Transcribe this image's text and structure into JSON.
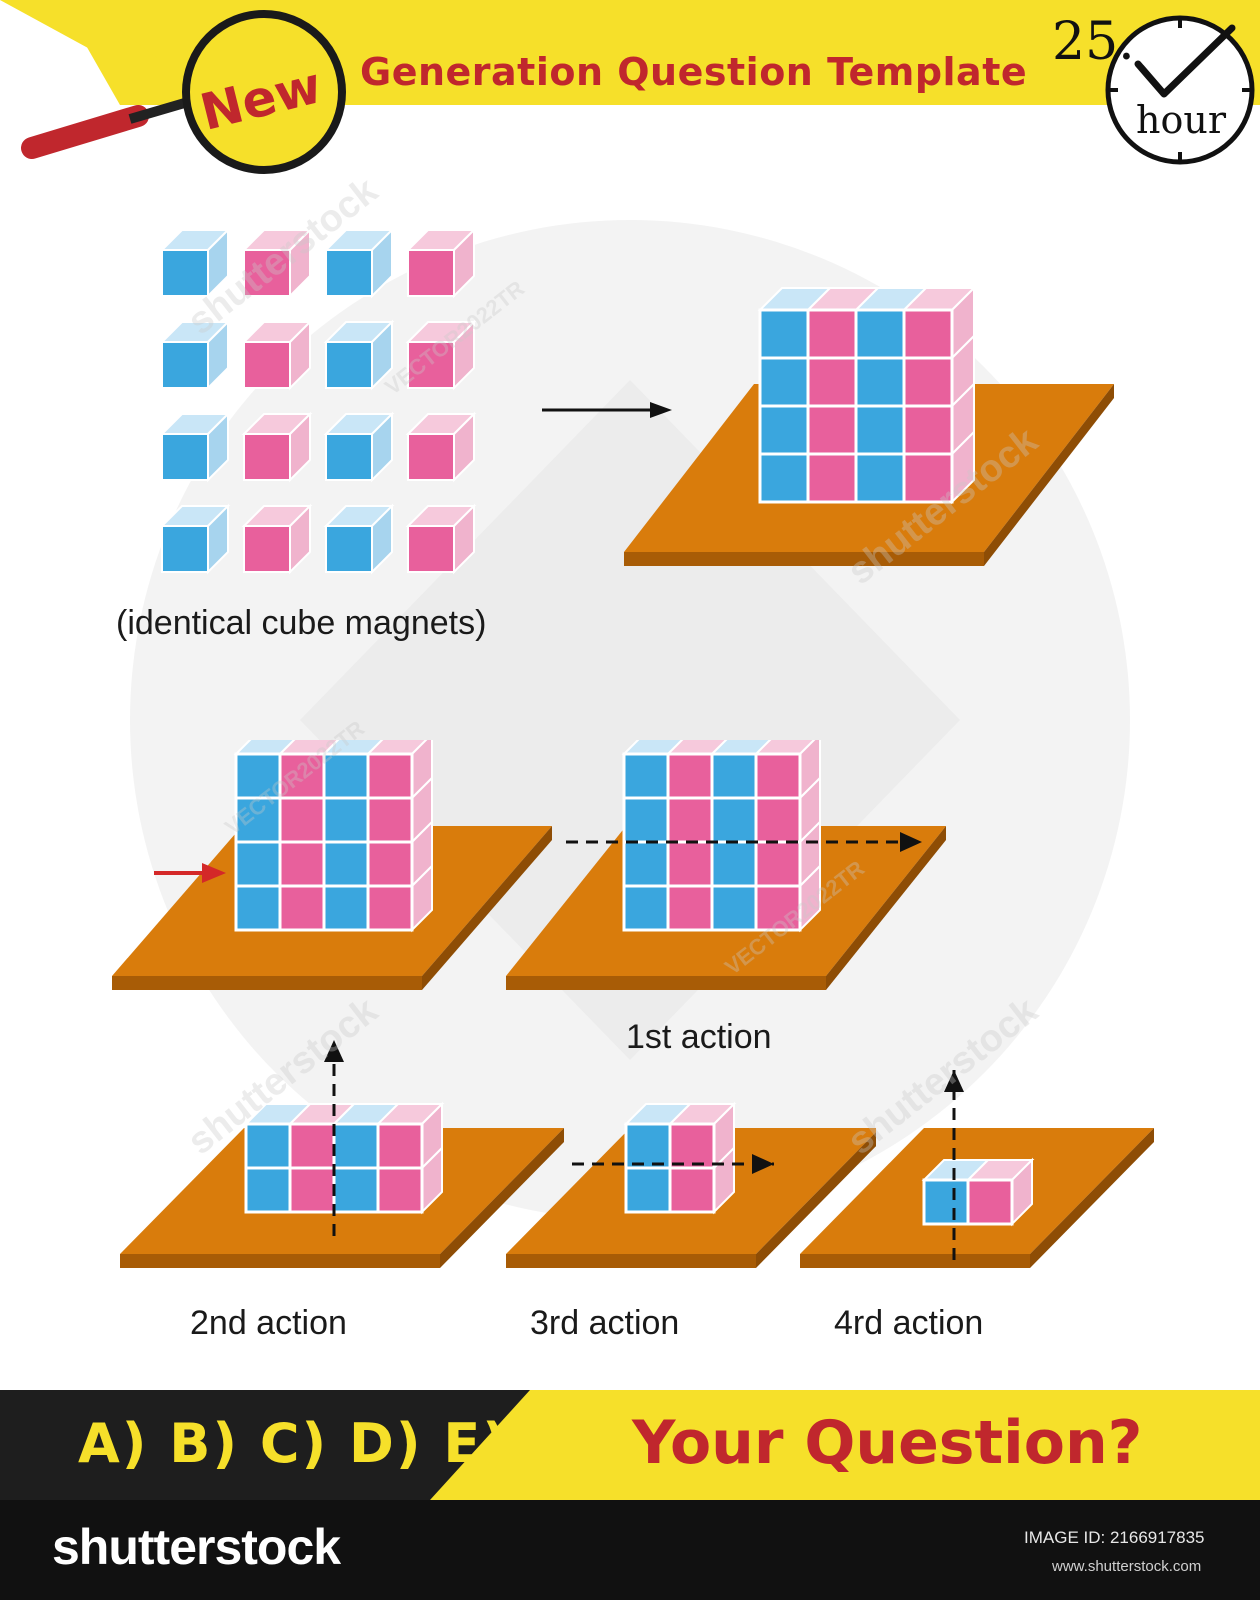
{
  "header": {
    "badge": "New",
    "title": "Generation Question Template",
    "timer_number": "25.",
    "timer_unit": "hour"
  },
  "captions": {
    "magnets": "(identical cube magnets)",
    "action1": "1st action",
    "action2": "2nd action",
    "action3": "3rd action",
    "action4": "4rd action"
  },
  "footer": {
    "options": "A) B) C) D) E)",
    "question": "Your Question?"
  },
  "stock": {
    "brand": "shutterstock",
    "image_id": "IMAGE ID: 2166917835",
    "site": "www.shutterstock.com",
    "watermark": "shutterstock",
    "contributor": "VECTOR2022TR"
  },
  "colors": {
    "accent_yellow": "#f6e02a",
    "accent_red": "#c0272d",
    "cube_blue": "#3aa6de",
    "cube_pink": "#e8609c",
    "platform": "#d97c0c",
    "footer_dark": "#1e1e1e"
  },
  "icons": [
    "magnifier-icon",
    "clock-icon",
    "checkmark-icon",
    "arrow-right-icon",
    "arrow-up-icon"
  ]
}
